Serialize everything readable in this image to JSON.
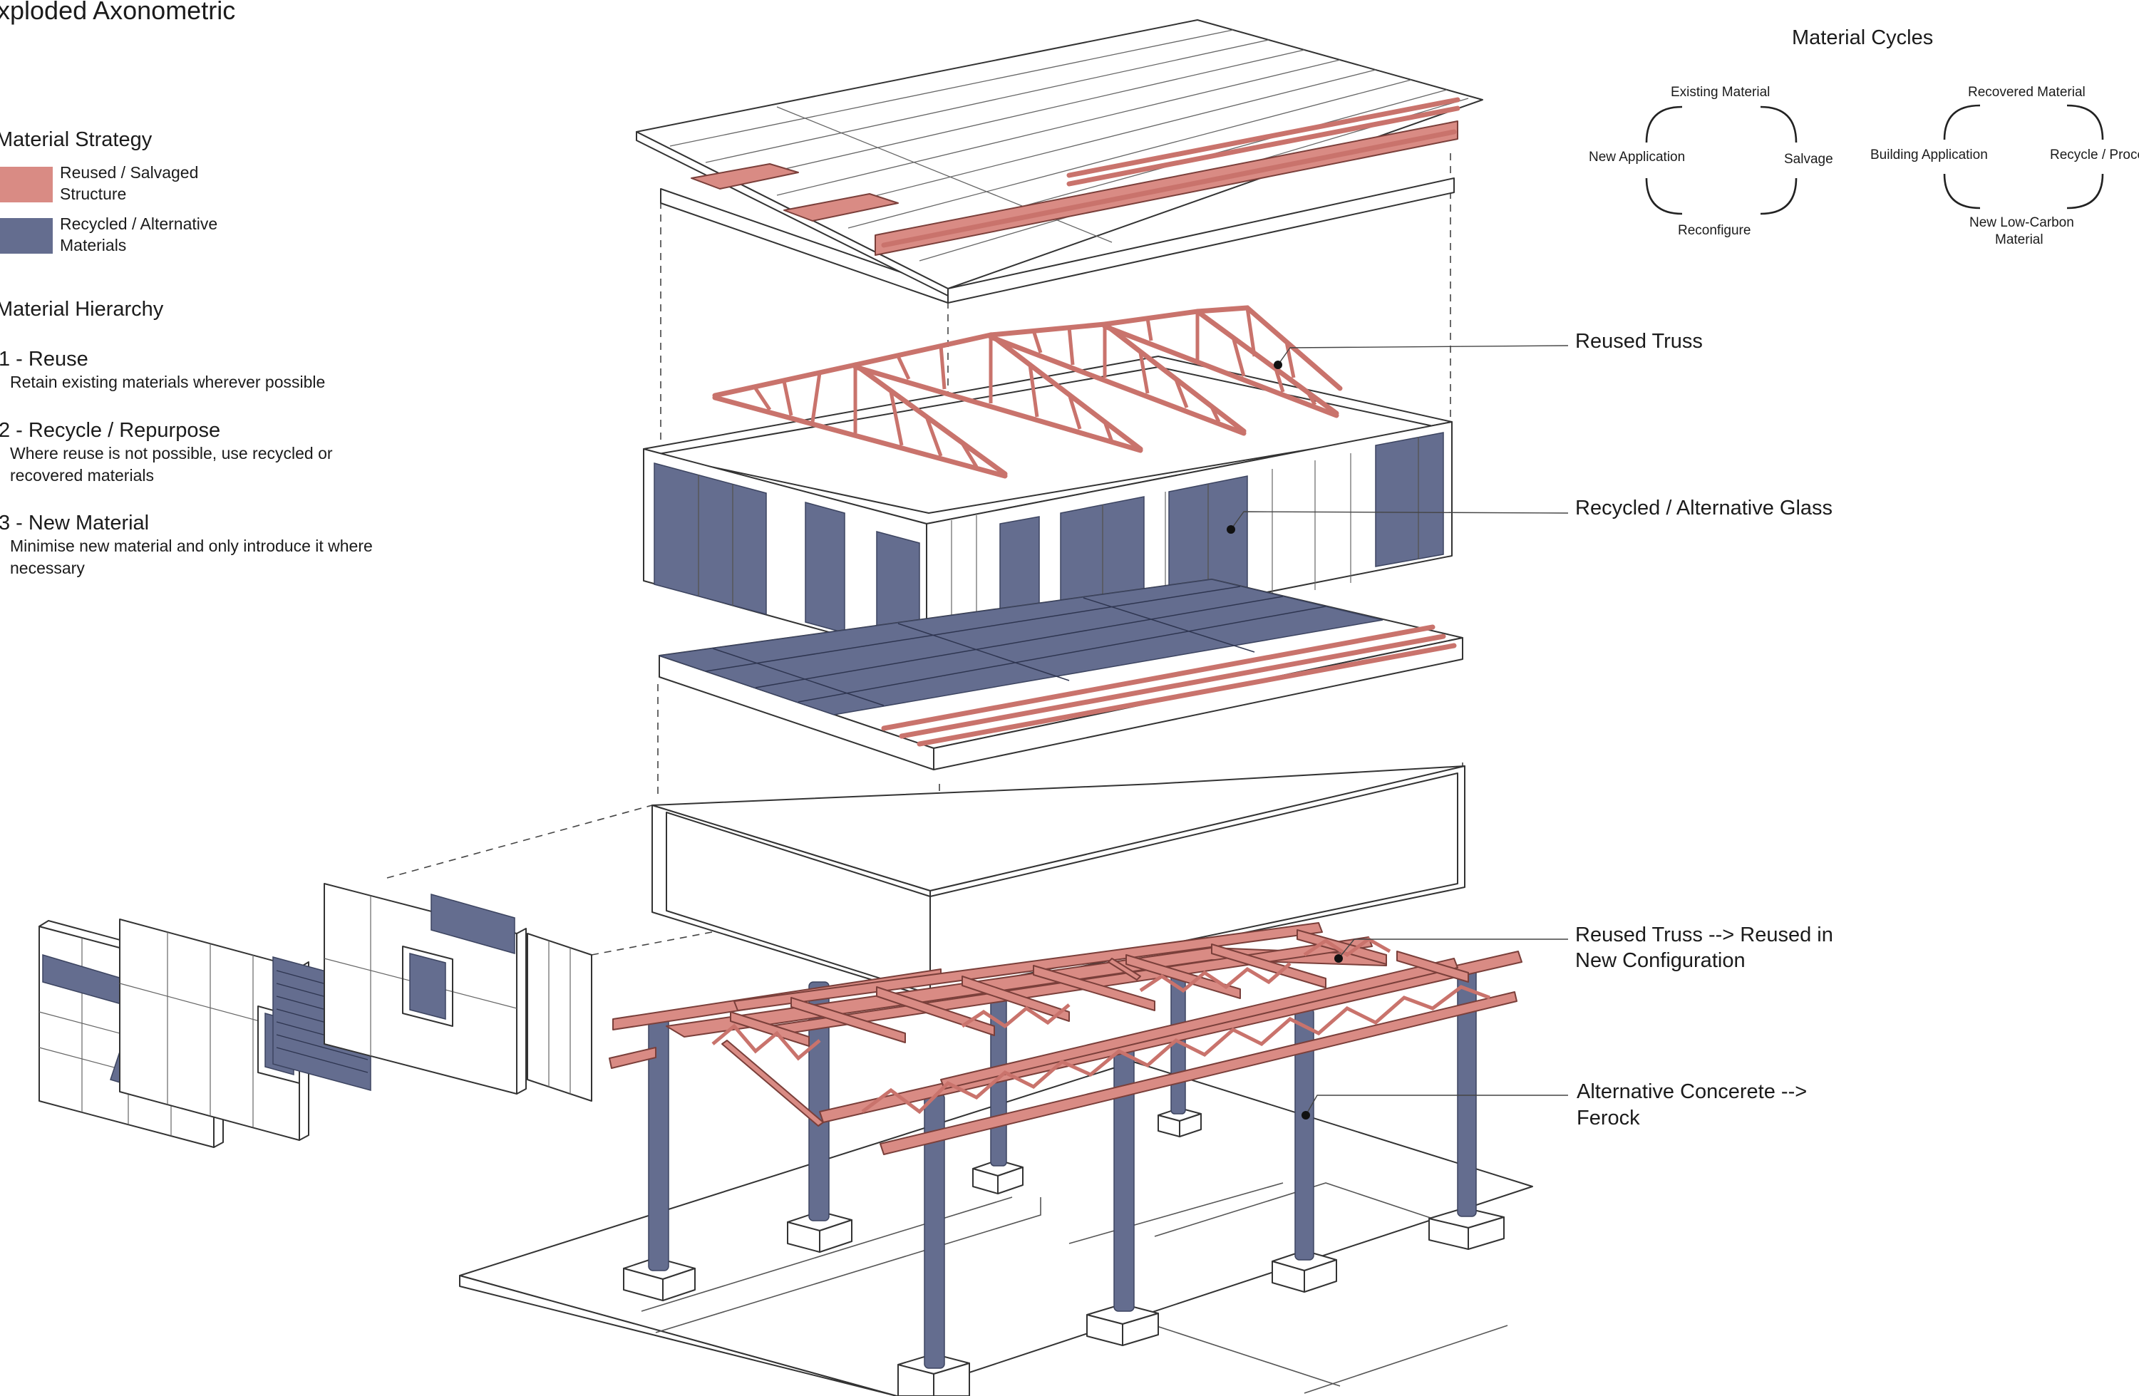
{
  "title": "xploded Axonometric",
  "legend": {
    "heading": "Material Strategy",
    "items": [
      {
        "line1": "Reused / Salvaged",
        "line2": "Structure",
        "color": "#d98b84"
      },
      {
        "line1": "Recycled / Alternative",
        "line2": "Materials",
        "color": "#646d8f"
      }
    ]
  },
  "hierarchy": {
    "heading": "Material Hierarchy",
    "items": [
      {
        "title": "1 - Reuse",
        "lines": [
          "Retain existing materials wherever possible"
        ]
      },
      {
        "title": "2 - Recycle / Repurpose",
        "lines": [
          "Where reuse is not possible, use recycled or",
          "recovered materials"
        ]
      },
      {
        "title": "3 - New Material",
        "lines": [
          "Minimise new material and only introduce it where",
          "necessary"
        ]
      }
    ]
  },
  "cycles": {
    "heading": "Material Cycles",
    "left": {
      "top": "Existing Material",
      "right": "Salvage",
      "bottom": "Reconfigure",
      "left": "New Application"
    },
    "right": {
      "top": "Recovered Material",
      "right": "Recycle / Proce",
      "bottom_line1": "New Low-Carbon",
      "bottom_line2": "Material",
      "left": "Building Application"
    }
  },
  "callouts": [
    {
      "line1": "Reused Truss",
      "line2": ""
    },
    {
      "line1": "Recycled / Alternative Glass",
      "line2": ""
    },
    {
      "line1": "Reused Truss --> Reused in",
      "line2": "New Configuration"
    },
    {
      "line1": "Alternative Concerete -->",
      "line2": "Ferock"
    }
  ],
  "colors": {
    "salvaged": "#d98b84",
    "recycled": "#646d8f",
    "line": "#333333"
  }
}
